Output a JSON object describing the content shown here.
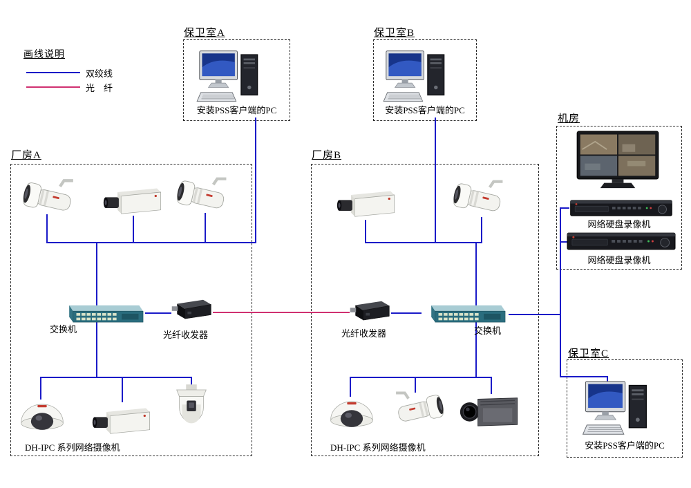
{
  "legend": {
    "title": "画线说明",
    "twisted_pair_label": "双绞线",
    "fiber_label": "光　纤"
  },
  "guard_room_a": {
    "title": "保卫室A",
    "pc_label": "安装PSS客户端的PC"
  },
  "guard_room_b": {
    "title": "保卫室B",
    "pc_label": "安装PSS客户端的PC"
  },
  "guard_room_c": {
    "title": "保卫室C",
    "pc_label": "安装PSS客户端的PC"
  },
  "machine_room": {
    "title": "机房",
    "nvr1_label": "网络硬盘录像机",
    "nvr2_label": "网络硬盘录像机"
  },
  "factory_a": {
    "title": "厂房A",
    "switch_label": "交换机",
    "transceiver_label": "光纤收发器",
    "cameras_label": "DH-IPC 系列网络摄像机"
  },
  "factory_b": {
    "title": "厂房B",
    "switch_label": "交换机",
    "transceiver_label": "光纤收发器",
    "cameras_label": "DH-IPC 系列网络摄像机"
  },
  "colors": {
    "twisted_pair": "#1a1ac8",
    "fiber": "#d03070"
  },
  "icons": {
    "pc": "desktop-pc-icon",
    "quad_monitor": "surveillance-monitor-icon",
    "nvr": "network-video-recorder-icon",
    "switch": "ethernet-switch-icon",
    "fiber_transceiver": "fiber-transceiver-icon",
    "bullet_camera": "bullet-camera-icon",
    "box_camera": "box-camera-icon",
    "dome_camera": "dome-camera-icon",
    "ptz_camera": "ptz-dome-camera-icon",
    "pro_camera": "professional-camera-icon"
  }
}
